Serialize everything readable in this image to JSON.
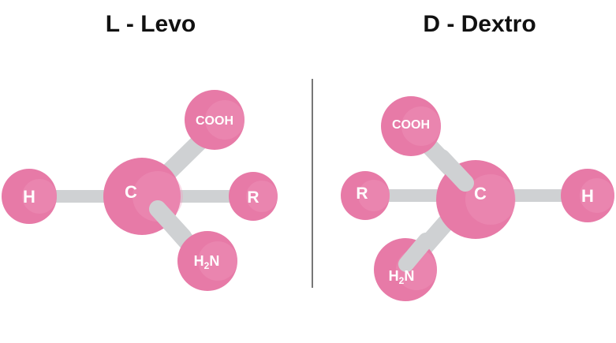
{
  "titles": {
    "left": "L - Levo",
    "right": "D - Dextro"
  },
  "colors": {
    "atom": "#e77aa7",
    "atom_shadow": "#d9608f",
    "atom_highlight": "#f29cc0",
    "bond": "#cfd1d3",
    "divider": "#777777",
    "label": "#ffffff"
  },
  "molecules": {
    "levo": {
      "center": "C",
      "groups": [
        "H",
        "COOH",
        "R",
        "H2N"
      ]
    },
    "dextro": {
      "center": "C",
      "groups": [
        "H",
        "COOH",
        "R",
        "H2N"
      ]
    }
  },
  "labels": {
    "carbon": "C",
    "hydrogen": "H",
    "carboxyl": "COOH",
    "r_group": "R",
    "amine_h": "H",
    "amine_sub": "2",
    "amine_n": "N"
  }
}
